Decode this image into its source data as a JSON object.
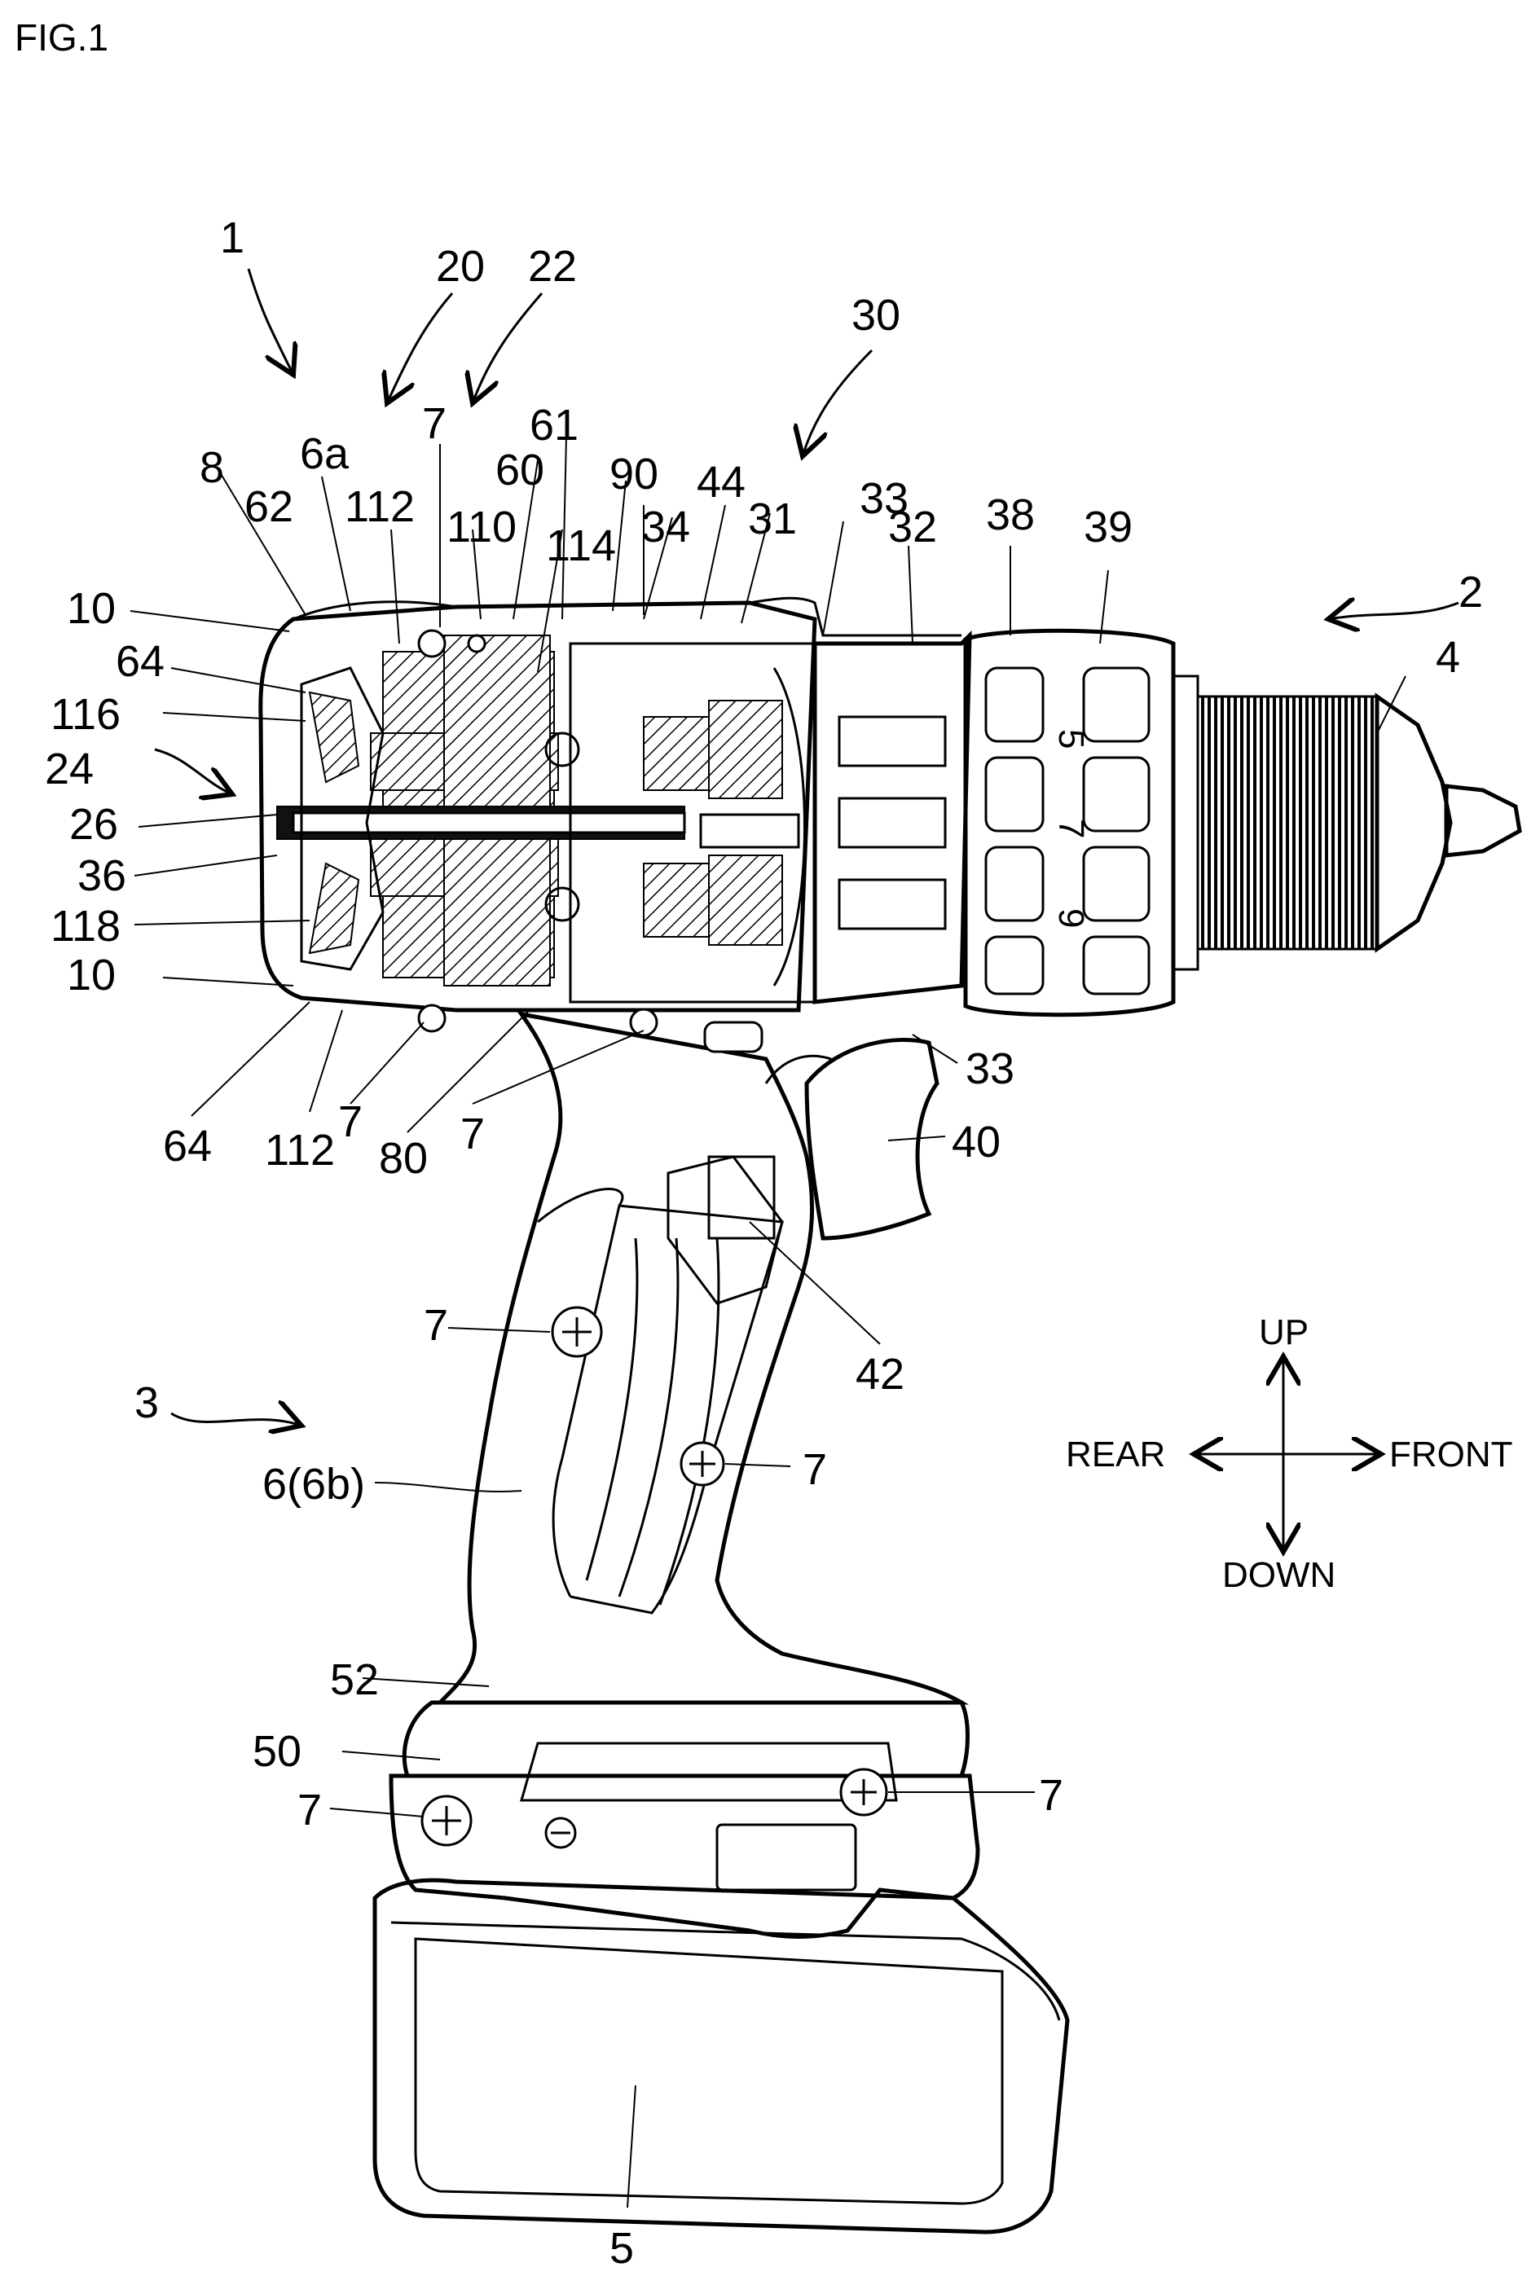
{
  "figure": {
    "title": "FIG.1"
  },
  "labels": [
    {
      "id": "1",
      "text": "1"
    },
    {
      "id": "20",
      "text": "20"
    },
    {
      "id": "22",
      "text": "22"
    },
    {
      "id": "30",
      "text": "30"
    },
    {
      "id": "7a",
      "text": "7"
    },
    {
      "id": "61",
      "text": "61"
    },
    {
      "id": "8",
      "text": "8"
    },
    {
      "id": "6a",
      "text": "6a"
    },
    {
      "id": "60",
      "text": "60"
    },
    {
      "id": "90",
      "text": "90"
    },
    {
      "id": "44",
      "text": "44"
    },
    {
      "id": "33a",
      "text": "33"
    },
    {
      "id": "38",
      "text": "38"
    },
    {
      "id": "62",
      "text": "62"
    },
    {
      "id": "112a",
      "text": "112"
    },
    {
      "id": "110",
      "text": "110"
    },
    {
      "id": "34",
      "text": "34"
    },
    {
      "id": "31",
      "text": "31"
    },
    {
      "id": "32",
      "text": "32"
    },
    {
      "id": "39",
      "text": "39"
    },
    {
      "id": "114",
      "text": "114"
    },
    {
      "id": "2",
      "text": "2"
    },
    {
      "id": "10a",
      "text": "10"
    },
    {
      "id": "4",
      "text": "4"
    },
    {
      "id": "64a",
      "text": "64"
    },
    {
      "id": "116",
      "text": "116"
    },
    {
      "id": "24",
      "text": "24"
    },
    {
      "id": "26",
      "text": "26"
    },
    {
      "id": "36",
      "text": "36"
    },
    {
      "id": "118",
      "text": "118"
    },
    {
      "id": "10b",
      "text": "10"
    },
    {
      "id": "33b",
      "text": "33"
    },
    {
      "id": "40",
      "text": "40"
    },
    {
      "id": "64b",
      "text": "64"
    },
    {
      "id": "112b",
      "text": "112"
    },
    {
      "id": "7b",
      "text": "7"
    },
    {
      "id": "80",
      "text": "80"
    },
    {
      "id": "7c",
      "text": "7"
    },
    {
      "id": "7d",
      "text": "7"
    },
    {
      "id": "42",
      "text": "42"
    },
    {
      "id": "3",
      "text": "3"
    },
    {
      "id": "6",
      "text": "6(6b)"
    },
    {
      "id": "7e",
      "text": "7"
    },
    {
      "id": "52",
      "text": "52"
    },
    {
      "id": "50",
      "text": "50"
    },
    {
      "id": "7f",
      "text": "7"
    },
    {
      "id": "7g",
      "text": "7"
    },
    {
      "id": "5",
      "text": "5"
    }
  ],
  "directions": {
    "up": "UP",
    "down": "DOWN",
    "rear": "REAR",
    "front": "FRONT"
  },
  "clutch_ring_marks": [
    "5",
    "7",
    "9"
  ]
}
